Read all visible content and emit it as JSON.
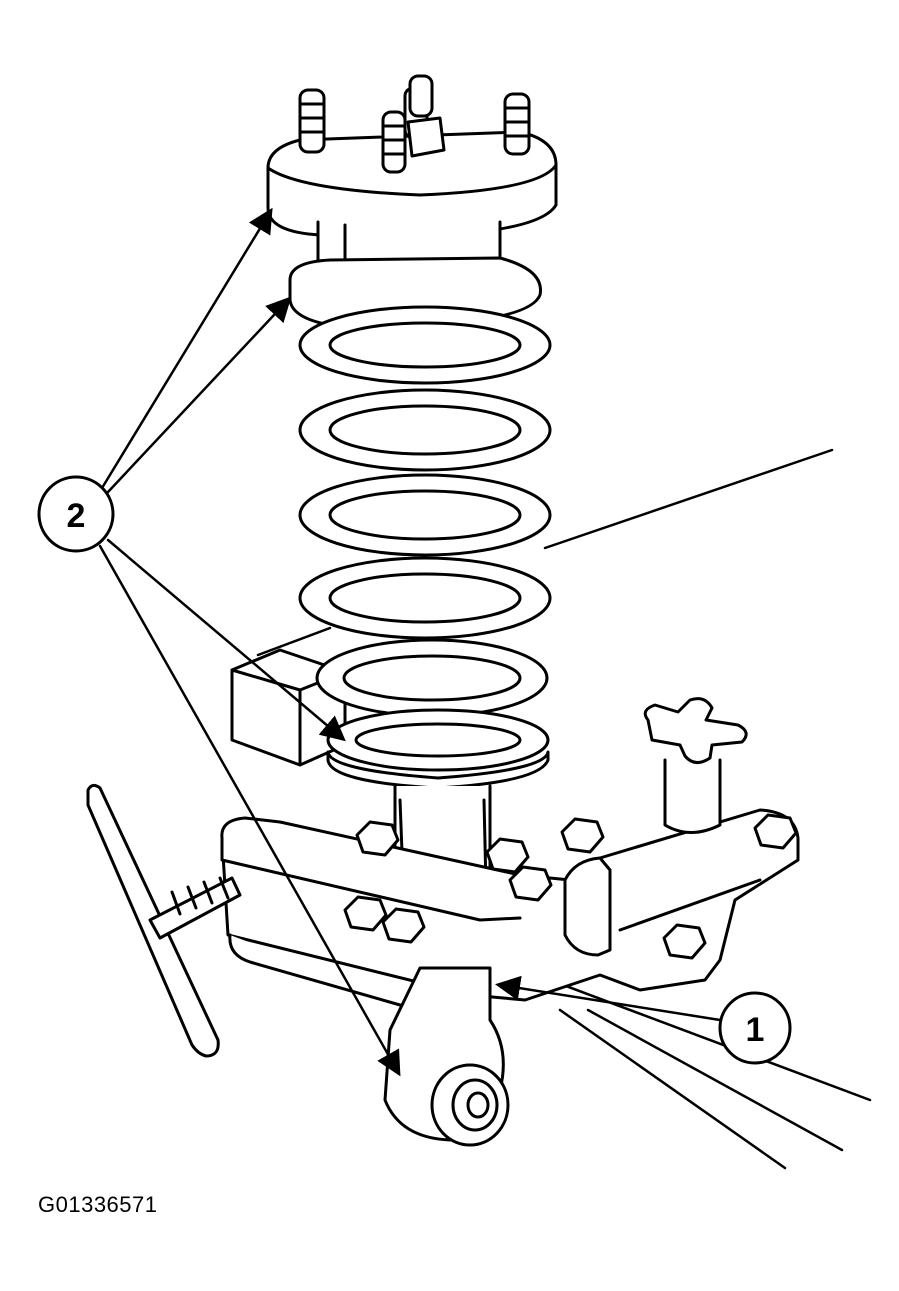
{
  "figure_id": "G01336571",
  "callouts": [
    {
      "number": "1"
    },
    {
      "number": "2"
    }
  ],
  "colors": {
    "line": "#000000",
    "background": "#ffffff"
  }
}
